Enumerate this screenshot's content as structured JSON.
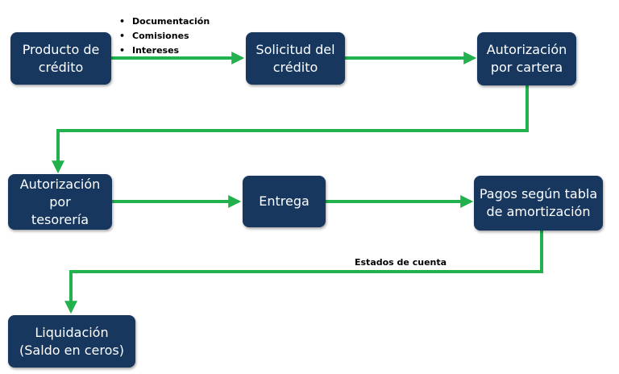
{
  "nodes": {
    "producto": "Producto de\ncrédito",
    "solicitud": "Solicitud del\ncrédito",
    "aut_cartera": "Autorización\npor cartera",
    "aut_tesoreria": "Autorización\npor\ntesorería",
    "entrega": "Entrega",
    "pagos": "Pagos según tabla\nde amortización",
    "liquidacion": "Liquidación\n(Saldo en ceros)"
  },
  "annotations": {
    "bullets": [
      "Documentación",
      "Comisiones",
      "Intereses"
    ],
    "estados": "Estados de cuenta"
  },
  "colors": {
    "node_fill": "#17375e",
    "connector": "#22b14c"
  }
}
